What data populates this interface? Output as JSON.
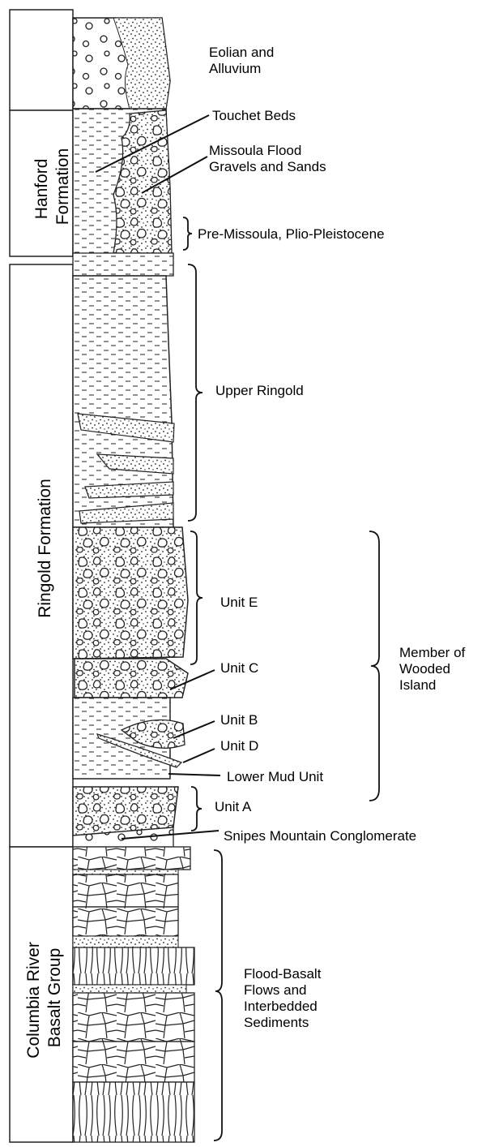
{
  "formations": [
    {
      "id": "hanford",
      "lines": [
        "Hanford",
        "Formation"
      ]
    },
    {
      "id": "ringold",
      "lines": [
        "Ringold Formation"
      ]
    },
    {
      "id": "crbg",
      "lines": [
        "Columbia River",
        "Basalt Group"
      ]
    }
  ],
  "unit_labels": [
    {
      "id": "eolian",
      "lines": [
        "Eolian and",
        "Alluvium"
      ]
    },
    {
      "id": "touchet",
      "lines": [
        "Touchet Beds"
      ]
    },
    {
      "id": "missoula",
      "lines": [
        "Missoula Flood",
        "Gravels and Sands"
      ]
    },
    {
      "id": "pre-missoula",
      "lines": [
        "Pre-Missoula, Plio-Pleistocene"
      ]
    },
    {
      "id": "upper-ringold",
      "lines": [
        "Upper Ringold"
      ]
    },
    {
      "id": "unit-e",
      "lines": [
        "Unit E"
      ]
    },
    {
      "id": "unit-c",
      "lines": [
        "Unit C"
      ]
    },
    {
      "id": "unit-b",
      "lines": [
        "Unit B"
      ]
    },
    {
      "id": "unit-d",
      "lines": [
        "Unit D"
      ]
    },
    {
      "id": "lower-mud",
      "lines": [
        "Lower Mud Unit"
      ]
    },
    {
      "id": "unit-a",
      "lines": [
        "Unit A"
      ]
    },
    {
      "id": "snipes",
      "lines": [
        "Snipes Mountain Conglomerate"
      ]
    },
    {
      "id": "wooded-island",
      "lines": [
        "Member of",
        "Wooded",
        "Island"
      ]
    },
    {
      "id": "flood-basalt",
      "lines": [
        "Flood-Basalt",
        "Flows and",
        "Interbedded",
        "Sediments"
      ]
    }
  ]
}
